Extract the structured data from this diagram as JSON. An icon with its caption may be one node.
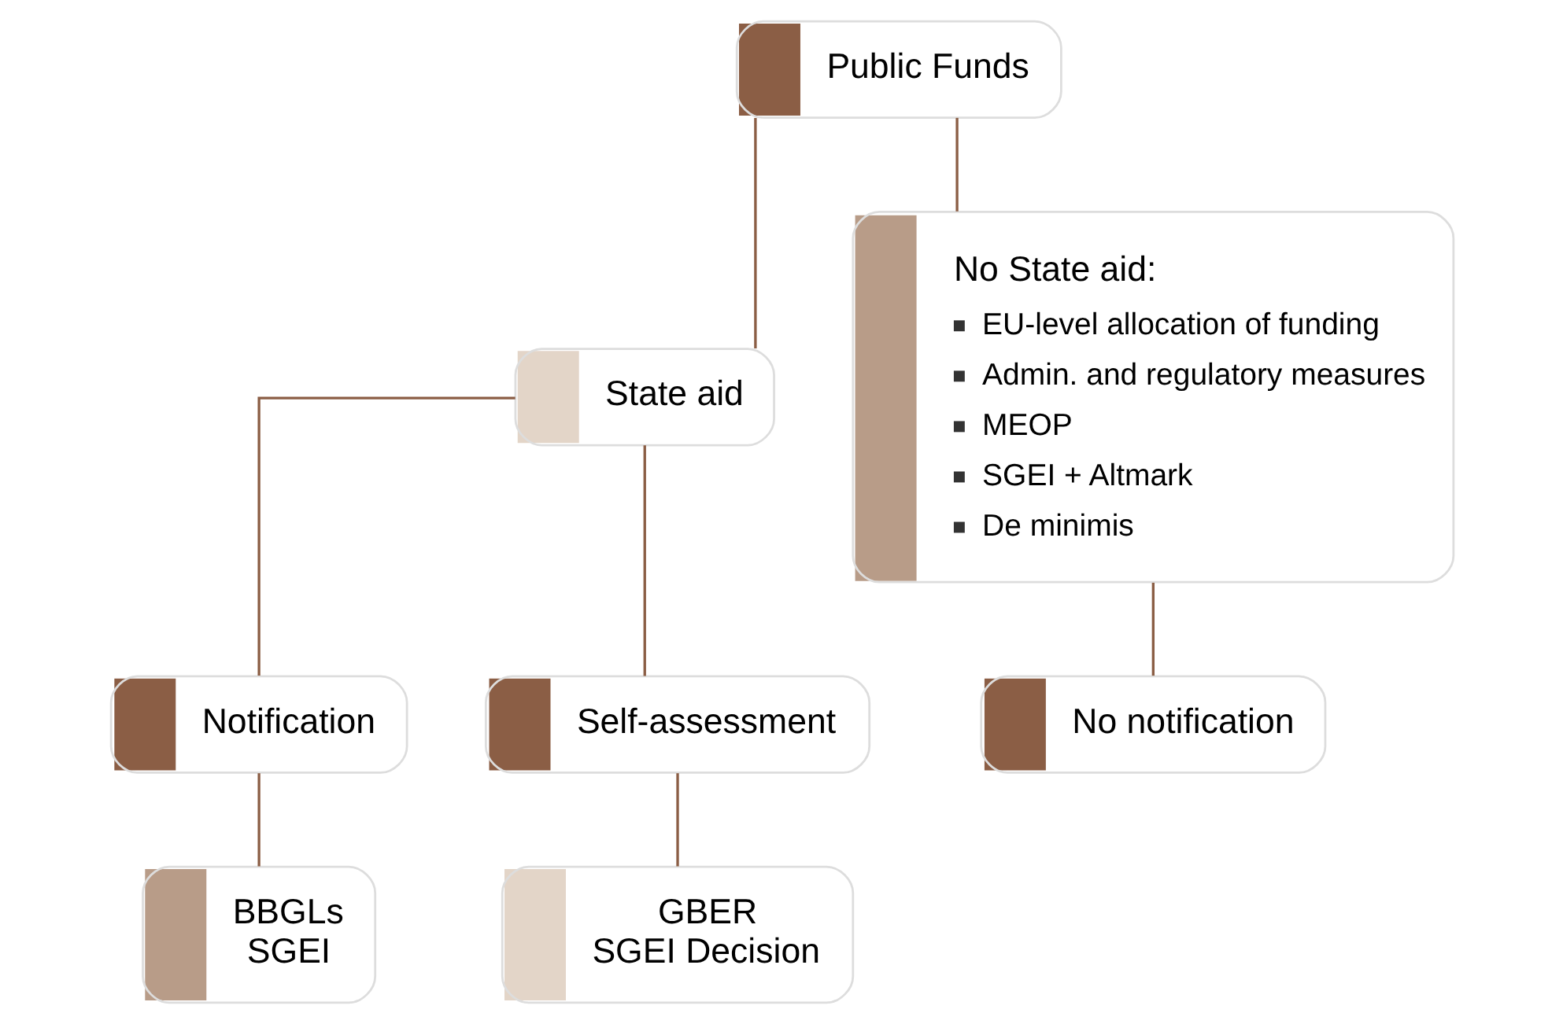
{
  "diagram": {
    "nodes": [
      {
        "text": [
          "Public Funds"
        ]
      },
      {
        "text": [
          "State aid"
        ]
      },
      {
        "text": [
          "No State aid:",
          "EU-level allocation of funding",
          "Admin. and regulatory measures",
          "MEOP",
          "SGEI + Altmark",
          "De minimis"
        ]
      },
      {
        "text": [
          "Notification"
        ]
      },
      {
        "text": [
          "Self-assessment"
        ]
      },
      {
        "text": [
          "BBGLs",
          "SGEI"
        ]
      },
      {
        "text": [
          "GBER",
          "SGEI Decision"
        ]
      },
      {
        "text": [
          "No notification"
        ]
      }
    ],
    "edges": [
      {
        "from": 0,
        "to": 1,
        "arrow": "none"
      },
      {
        "from": 0,
        "to": 2,
        "arrow": "none"
      },
      {
        "from": 1,
        "to": 3,
        "arrow": "none"
      },
      {
        "from": 1,
        "to": 4,
        "arrow": "none"
      },
      {
        "from": 3,
        "to": 5,
        "arrow": "none"
      },
      {
        "from": 4,
        "to": 6,
        "arrow": "none"
      },
      {
        "from": 2,
        "to": 7,
        "arrow": "none"
      }
    ]
  }
}
